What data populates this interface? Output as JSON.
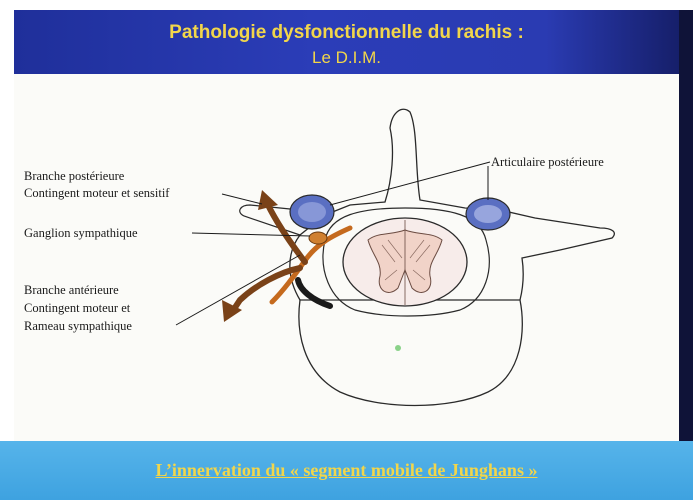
{
  "header": {
    "title": "Pathologie dysfonctionnelle du rachis :",
    "subtitle": "Le D.I.M."
  },
  "labels": {
    "branche_posterieure": "Branche postérieure",
    "contingent_moteur_sensitif": "Contingent moteur et sensitif",
    "ganglion_sympathique": "Ganglion sympathique",
    "branche_anterieure": "Branche antérieure",
    "contingent_moteur_et": "Contingent moteur et",
    "rameau_sympathique": "Rameau sympathique",
    "articulaire_posterieure": "Articulaire postérieure"
  },
  "footer": {
    "text": "L’innervation du « segment mobile de Junghans »"
  },
  "colors": {
    "header_bg": "#2b3db8",
    "header_text": "#f2d64a",
    "footer_bg": "#4aaee6",
    "nerve_brown": "#7a4218",
    "nerve_orange": "#c56a1e",
    "facet_blue": "#5a6fc2",
    "cord_pink": "#f2dcd4"
  }
}
